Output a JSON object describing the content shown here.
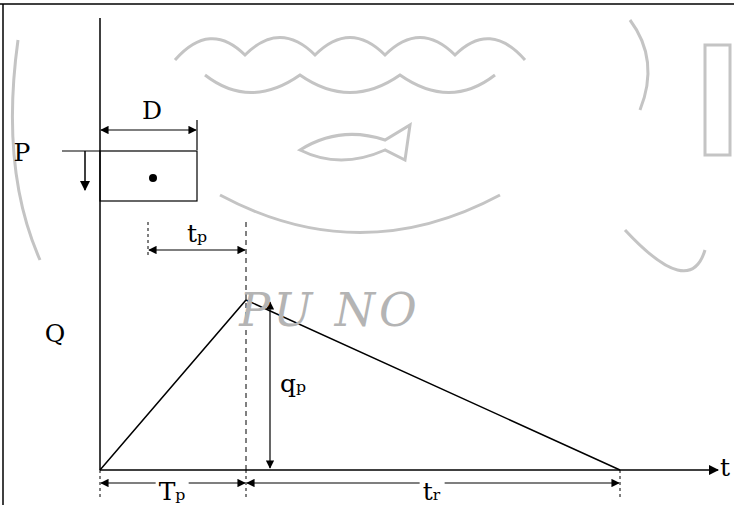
{
  "diagram": {
    "labels": [
      "D",
      "P",
      "tₚ",
      "Q",
      "qₚ",
      "t",
      "Tₚ",
      "tᵣ",
      "PU NO"
    ]
  }
}
